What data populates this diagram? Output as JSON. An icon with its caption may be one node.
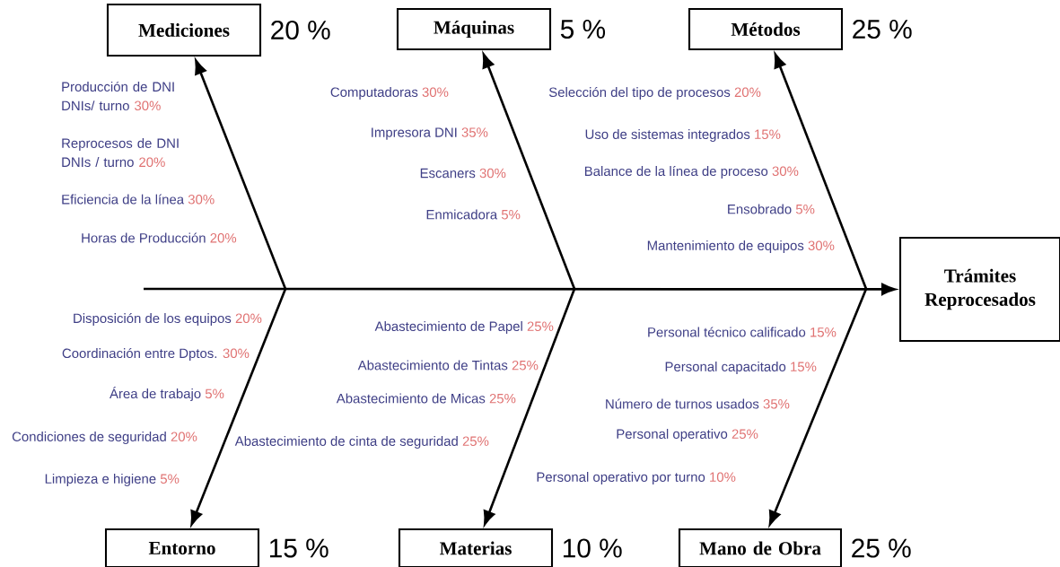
{
  "diagram": {
    "nodes": [
      {
        "text": [
          "Mediciones"
        ],
        "beside": [
          "20 %"
        ]
      },
      {
        "text": [
          "Máquinas"
        ],
        "beside": [
          "5 %"
        ]
      },
      {
        "text": [
          "Métodos"
        ],
        "beside": [
          "25 %"
        ]
      },
      {
        "text": [
          "Trámites Reprocesados"
        ]
      },
      {
        "text": [
          "Entorno"
        ],
        "beside": [
          "15 %"
        ]
      },
      {
        "text": [
          "Materias"
        ],
        "beside": [
          "10 %"
        ]
      },
      {
        "text": [
          "Mano de Obra"
        ],
        "beside": [
          "25 %"
        ]
      }
    ],
    "edges": [
      {
        "from": null,
        "to": 3,
        "arrow": "to"
      },
      {
        "from": null,
        "to": 0,
        "arrow": "to"
      },
      {
        "from": null,
        "to": 1,
        "arrow": "to"
      },
      {
        "from": null,
        "to": 2,
        "arrow": "to"
      },
      {
        "from": null,
        "to": 4,
        "arrow": "to"
      },
      {
        "from": null,
        "to": 5,
        "arrow": "to"
      },
      {
        "from": null,
        "to": 6,
        "arrow": "to"
      }
    ],
    "labels": [
      "Producción de DNI DNIs/ turno",
      "30%",
      "Reprocesos de DNI DNIs / turno",
      "20%",
      "Eficiencia de la línea",
      "30%",
      "Horas de Producción",
      "20%",
      "Computadoras",
      "30%",
      "Impresora DNI",
      "35%",
      "Escaners",
      "30%",
      "Enmicadora",
      "5%",
      "Selección del tipo de procesos",
      "20%",
      "Uso de sistemas integrados",
      "15%",
      "Balance de la línea de proceso",
      "30%",
      "Ensobrado",
      "5%",
      "Mantenimiento de equipos",
      "30%",
      "Disposición de los equipos",
      "20%",
      "Coordinación entre Dptos.",
      "30%",
      "Área de trabajo",
      "5%",
      "Condiciones de seguridad",
      "20%",
      "Limpieza e higiene",
      "5%",
      "Abastecimiento de Papel",
      "25%",
      "Abastecimiento de Tintas",
      "25%",
      "Abastecimiento de Micas",
      "25%",
      "Abastecimiento de cinta de seguridad",
      "25%",
      "Personal técnico calificado",
      "15%",
      "Personal capacitado",
      "15%",
      "Número de turnos usados",
      "35%",
      "Personal operativo",
      "25%",
      "Personal operativo por turno",
      "10%"
    ]
  }
}
